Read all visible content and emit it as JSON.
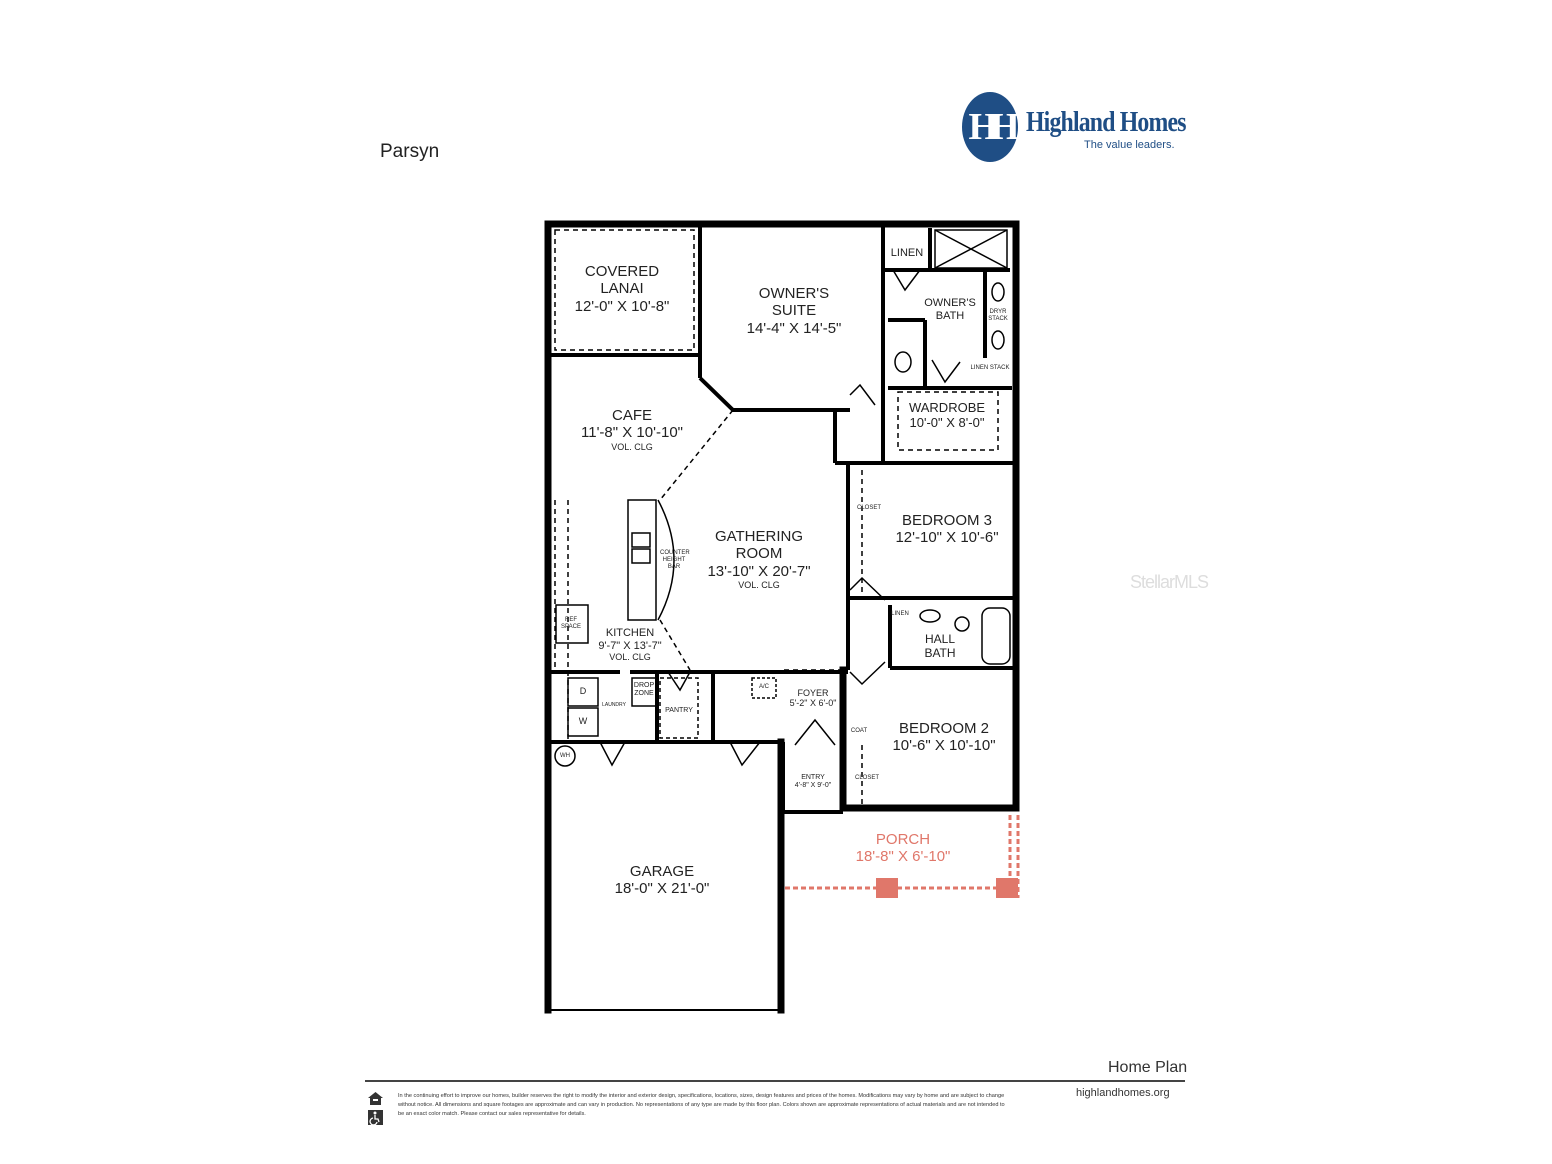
{
  "header": {
    "plan_name": "Parsyn",
    "logo": {
      "name": "Highland Homes",
      "tagline": "The value leaders.",
      "mark": "HH",
      "color": "#1f4e85"
    }
  },
  "rooms": {
    "covered_lanai": {
      "name": "COVERED\nLANAI",
      "line1": "COVERED",
      "line2": "LANAI",
      "size": "12'-0\" X 10'-8\""
    },
    "owners_suite": {
      "line1": "OWNER'S",
      "line2": "SUITE",
      "size": "14'-4\" X 14'-5\""
    },
    "linen": "LINEN",
    "owners_bath": {
      "line1": "OWNER'S",
      "line2": "BATH"
    },
    "linen_stack": "LINEN STACK",
    "dryer_stack": "DRYR STACK",
    "wardrobe": {
      "name": "WARDROBE",
      "size": "10'-0\" X 8'-0\""
    },
    "cafe": {
      "name": "CAFE",
      "size": "11'-8\" X 10'-10\"",
      "note": "VOL. CLG"
    },
    "gathering_room": {
      "line1": "GATHERING",
      "line2": "ROOM",
      "size": "13'-10\" X 20'-7\"",
      "note": "VOL. CLG"
    },
    "counter": "COUNTER HEIGHT BAR",
    "ref_space": "REF SPACE",
    "kitchen": {
      "name": "KITCHEN",
      "size": "9'-7\" X 13'-7\"",
      "note": "VOL. CLG"
    },
    "bedroom3": {
      "name": "BEDROOM 3",
      "size": "12'-10\" X 10'-6\"",
      "closet": "CLOSET"
    },
    "hall_bath": {
      "line1": "HALL",
      "line2": "BATH",
      "linen": "LINEN"
    },
    "bedroom2": {
      "name": "BEDROOM 2",
      "size": "10'-6\" X 10'-10\"",
      "closet": "CLOSET",
      "coat": "COAT"
    },
    "foyer": {
      "name": "FOYER",
      "size": "5'-2\" X 6'-0\""
    },
    "entry": {
      "name": "ENTRY",
      "size": "4'-8\" X 9'-0\""
    },
    "laundry": {
      "name": "LAUNDRY",
      "dryer": "D",
      "washer": "W",
      "water_heater": "WH"
    },
    "drop_zone": {
      "line1": "DROP",
      "line2": "ZONE"
    },
    "pantry": "PANTRY",
    "ac": "A/C",
    "porch": {
      "name": "PORCH",
      "size": "18'-8\" X 6'-10\"",
      "color": "#e0776a"
    },
    "garage": {
      "name": "GARAGE",
      "size": "18'-0\" X 21'-0\""
    }
  },
  "watermark": "StellarMLS",
  "footer": {
    "title": "Home Plan",
    "website": "highlandhomes.org",
    "disclaimer": "In the continuing effort to improve our homes, builder reserves the right to modify the interior and exterior design, specifications, locations, sizes, design features and prices of the homes. Modifications may vary by home and are subject to change without notice. All dimensions and square footages are approximate and can vary in production. No representations of any type are made by this floor plan. Colors shown are approximate representations of actual materials and are not intended to be an exact color match. Please contact our sales representative for details.",
    "icons": [
      "equal-housing-icon",
      "accessibility-icon"
    ]
  }
}
